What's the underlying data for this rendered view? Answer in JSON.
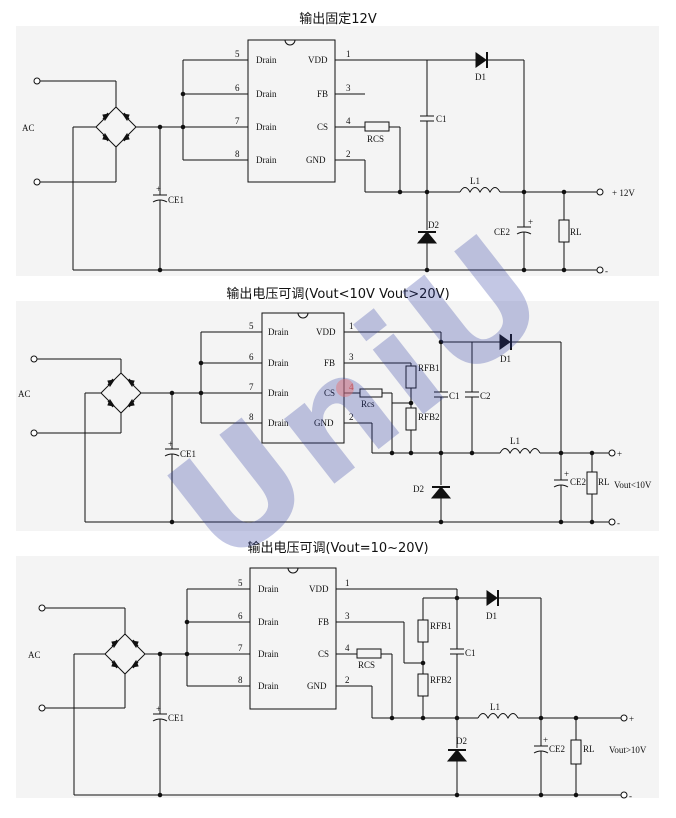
{
  "diagrams": [
    {
      "title": "输出固定12V",
      "ac_label": "AC",
      "pins_left": [
        {
          "num": "5",
          "name": "Drain"
        },
        {
          "num": "6",
          "name": "Drain"
        },
        {
          "num": "7",
          "name": "Drain"
        },
        {
          "num": "8",
          "name": "Drain"
        }
      ],
      "pins_right": [
        {
          "num": "1",
          "name": "VDD"
        },
        {
          "num": "3",
          "name": "FB"
        },
        {
          "num": "4",
          "name": "CS"
        },
        {
          "num": "2",
          "name": "GND"
        }
      ],
      "labels": {
        "ce1": "CE1",
        "c1": "C1",
        "d1": "D1",
        "d2": "D2",
        "rcs": "RCS",
        "l1": "L1",
        "ce2": "CE2",
        "rl": "RL",
        "out_pos": "+ 12V",
        "out_neg": "-",
        "plus": "+"
      }
    },
    {
      "title": "输出电压可调(Vout<10V Vout>20V)",
      "ac_label": "AC",
      "pins_left": [
        {
          "num": "5",
          "name": "Drain"
        },
        {
          "num": "6",
          "name": "Drain"
        },
        {
          "num": "7",
          "name": "Drain"
        },
        {
          "num": "8",
          "name": "Drain"
        }
      ],
      "pins_right": [
        {
          "num": "1",
          "name": "VDD"
        },
        {
          "num": "3",
          "name": "FB"
        },
        {
          "num": "4",
          "name": "CS"
        },
        {
          "num": "2",
          "name": "GND"
        }
      ],
      "labels": {
        "ce1": "CE1",
        "c1": "C1",
        "c2": "C2",
        "d1": "D1",
        "d2": "D2",
        "rcs": "Rcs",
        "rfb1": "RFB1",
        "rfb2": "RFB2",
        "l1": "L1",
        "ce2": "CE2",
        "rl": "RL",
        "out_pos": "+",
        "out_neg": "-",
        "vout": "Vout<10V",
        "plus": "+"
      }
    },
    {
      "title": "输出电压可调(Vout=10~20V)",
      "ac_label": "AC",
      "pins_left": [
        {
          "num": "5",
          "name": "Drain"
        },
        {
          "num": "6",
          "name": "Drain"
        },
        {
          "num": "7",
          "name": "Drain"
        },
        {
          "num": "8",
          "name": "Drain"
        }
      ],
      "pins_right": [
        {
          "num": "1",
          "name": "VDD"
        },
        {
          "num": "3",
          "name": "FB"
        },
        {
          "num": "4",
          "name": "CS"
        },
        {
          "num": "2",
          "name": "GND"
        }
      ],
      "labels": {
        "ce1": "CE1",
        "c1": "C1",
        "d1": "D1",
        "d2": "D2",
        "rcs": "RCS",
        "rfb1": "RFB1",
        "rfb2": "RFB2",
        "l1": "L1",
        "ce2": "CE2",
        "rl": "RL",
        "out_pos": "+",
        "out_neg": "-",
        "vout": "Vout>10V",
        "plus": "+"
      }
    }
  ],
  "watermark": {
    "text": "UniU",
    "color": "#1c2a8a"
  },
  "colors": {
    "wire": "#111111",
    "panel": "#f4f4f4",
    "watermark": "#2a3aa0"
  }
}
